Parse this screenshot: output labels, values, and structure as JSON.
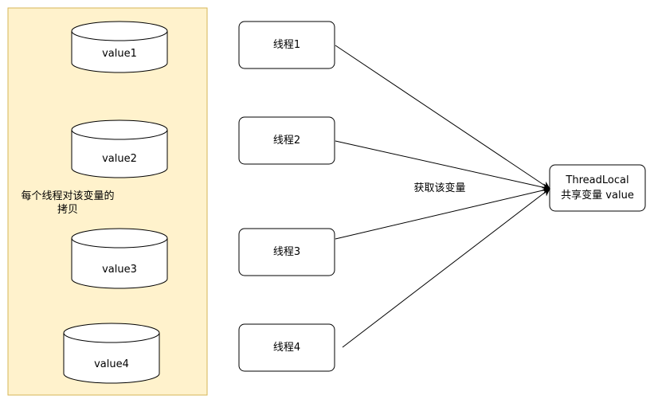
{
  "panel": {
    "label_line1": "每个线程对该变量的",
    "label_line2": "拷贝",
    "fill": "#fff2cc",
    "stroke": "#d6b656"
  },
  "cylinders": [
    {
      "label": "value1"
    },
    {
      "label": "value2"
    },
    {
      "label": "value3"
    },
    {
      "label": "value4"
    }
  ],
  "threads": [
    {
      "label": "线程1"
    },
    {
      "label": "线程2"
    },
    {
      "label": "线程3"
    },
    {
      "label": "线程4"
    }
  ],
  "edge_label": "获取该变量",
  "target": {
    "line1": "ThreadLocal",
    "line2": "共享变量 value"
  }
}
